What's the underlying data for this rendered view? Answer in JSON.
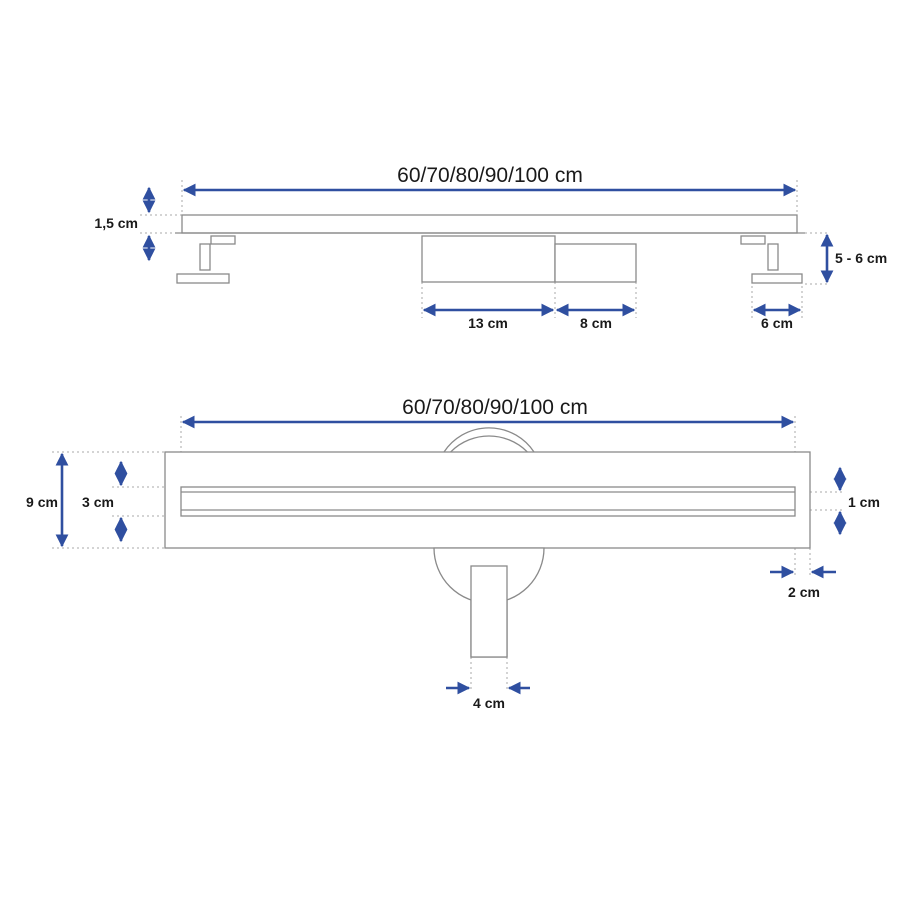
{
  "side_view": {
    "total_length": "60/70/80/90/100 cm",
    "height": "1,5 cm",
    "leg_height": "5 - 6 cm",
    "outlet_width": "13 cm",
    "outlet_extension": "8 cm",
    "foot_width": "6 cm"
  },
  "top_view": {
    "total_length": "60/70/80/90/100 cm",
    "outer_width": "9 cm",
    "slot_width": "3 cm",
    "inner_gap": "1 cm",
    "end_margin": "2 cm",
    "pipe_diameter": "4 cm"
  },
  "colors": {
    "dimension_line": "#2f4fa0",
    "outline": "#8a8a8a"
  }
}
